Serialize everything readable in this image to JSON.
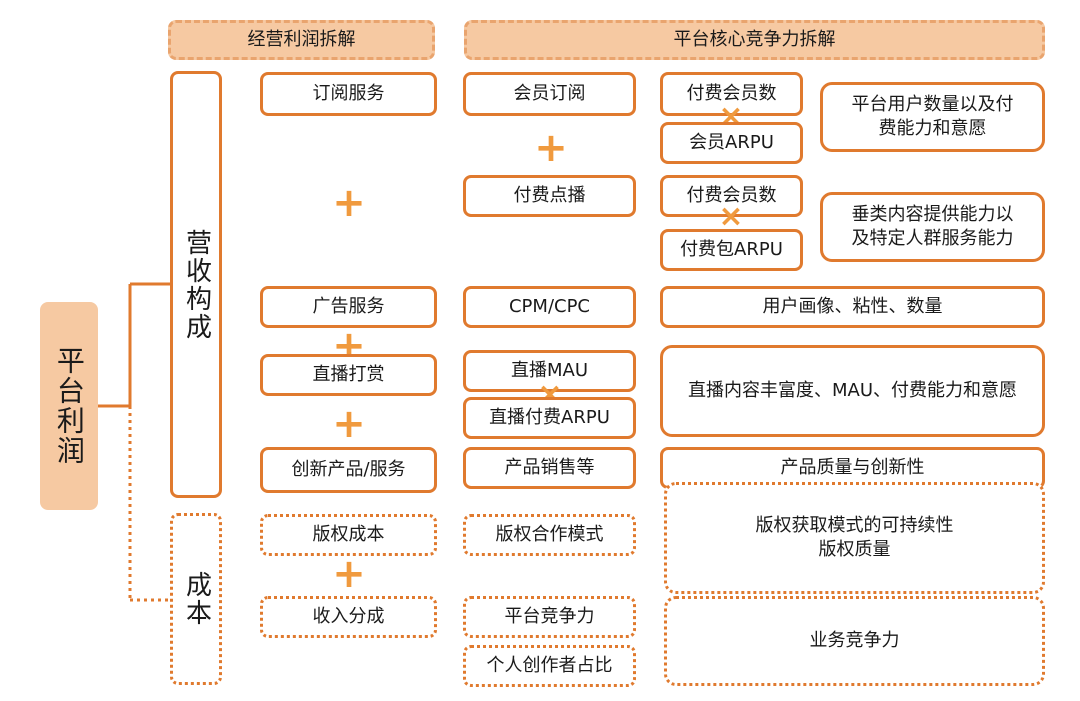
{
  "headers": {
    "left": "经营利润拆解",
    "right": "平台核心竞争力拆解"
  },
  "root": "平台利润",
  "revenue": {
    "title": "营收构成",
    "items": [
      "订阅服务",
      "广告服务",
      "直播打赏",
      "创新产品/服务"
    ],
    "subscription": {
      "member": "会员订阅",
      "paid_vod": "付费点播",
      "paid_members_1": "付费会员数",
      "member_arpu": "会员ARPU",
      "paid_members_2": "付费会员数",
      "package_arpu": "付费包ARPU",
      "factor_1": "平台用户数量以及付费能力和意愿",
      "factor_2": "垂类内容提供能力以及特定人群服务能力"
    },
    "ads": {
      "metric": "CPM/CPC",
      "factor": "用户画像、粘性、数量"
    },
    "live": {
      "mau": "直播MAU",
      "arpu": "直播付费ARPU",
      "factor": "直播内容丰富度、MAU、付费能力和意愿"
    },
    "innovation": {
      "metric": "产品销售等",
      "factor": "产品质量与创新性"
    }
  },
  "cost": {
    "title": "成本",
    "items": [
      "版权成本",
      "收入分成"
    ],
    "copyright": {
      "metric": "版权合作模式",
      "factor_line1": "版权获取模式的可持续性",
      "factor_line2": "版权质量"
    },
    "share": {
      "metric_1": "平台竞争力",
      "metric_2": "个人创作者占比",
      "factor": "业务竞争力"
    }
  },
  "symbols": {
    "plus": "+",
    "times": "×"
  },
  "colors": {
    "accent": "#e07a2e",
    "fill": "#f6c9a2",
    "symbol": "#f09a3e"
  }
}
